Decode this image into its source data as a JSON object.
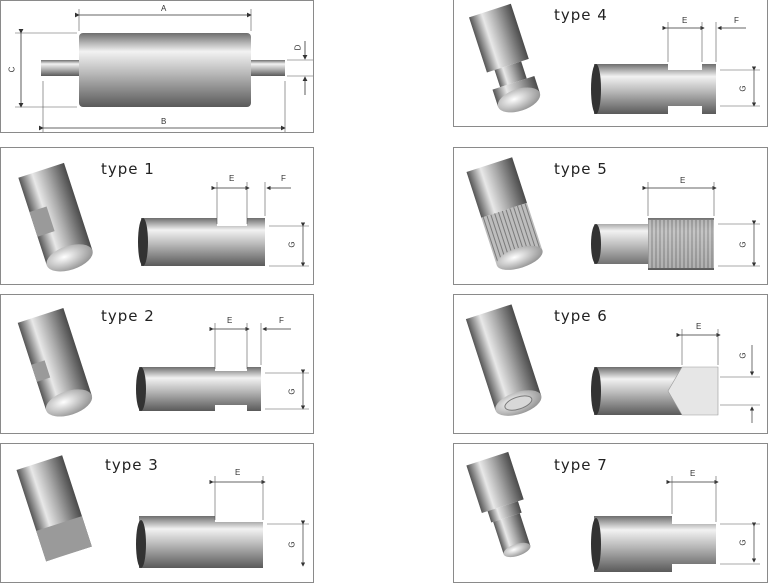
{
  "overview": {
    "label_a": "A",
    "label_b": "B",
    "label_c": "C",
    "label_d": "D"
  },
  "types": [
    {
      "title": "type 1",
      "e": "E",
      "f": "F",
      "g": "G"
    },
    {
      "title": "type 2",
      "e": "E",
      "f": "F",
      "g": "G"
    },
    {
      "title": "type 3",
      "e": "E",
      "g": "G"
    },
    {
      "title": "type 4",
      "e": "E",
      "f": "F",
      "g": "G"
    },
    {
      "title": "type 5",
      "e": "E",
      "g": "G"
    },
    {
      "title": "type 6",
      "e": "E",
      "g": "G"
    },
    {
      "title": "type 7",
      "e": "E",
      "g": "G"
    }
  ]
}
